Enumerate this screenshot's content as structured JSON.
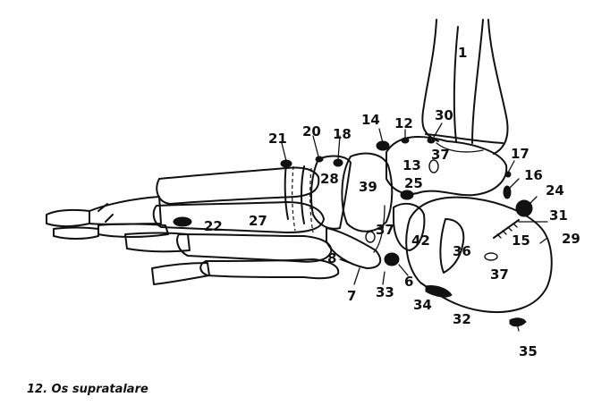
{
  "caption": "12. Os supratalare",
  "labels": {
    "n1": "1",
    "n7": "7",
    "n8": "8",
    "n6": "6",
    "n12": "12",
    "n13": "13",
    "n14": "14",
    "n15": "15",
    "n16": "16",
    "n17": "17",
    "n18": "18",
    "n20": "20",
    "n21": "21",
    "n22": "22",
    "n24": "24",
    "n25": "25",
    "n27": "27",
    "n28": "28",
    "n29": "29",
    "n30": "30",
    "n31": "31",
    "n32": "32",
    "n33": "33",
    "n34": "34",
    "n35": "35",
    "n36": "36",
    "n37a": "37",
    "n37b": "37",
    "n37c": "37",
    "n39": "39",
    "n42": "42"
  }
}
